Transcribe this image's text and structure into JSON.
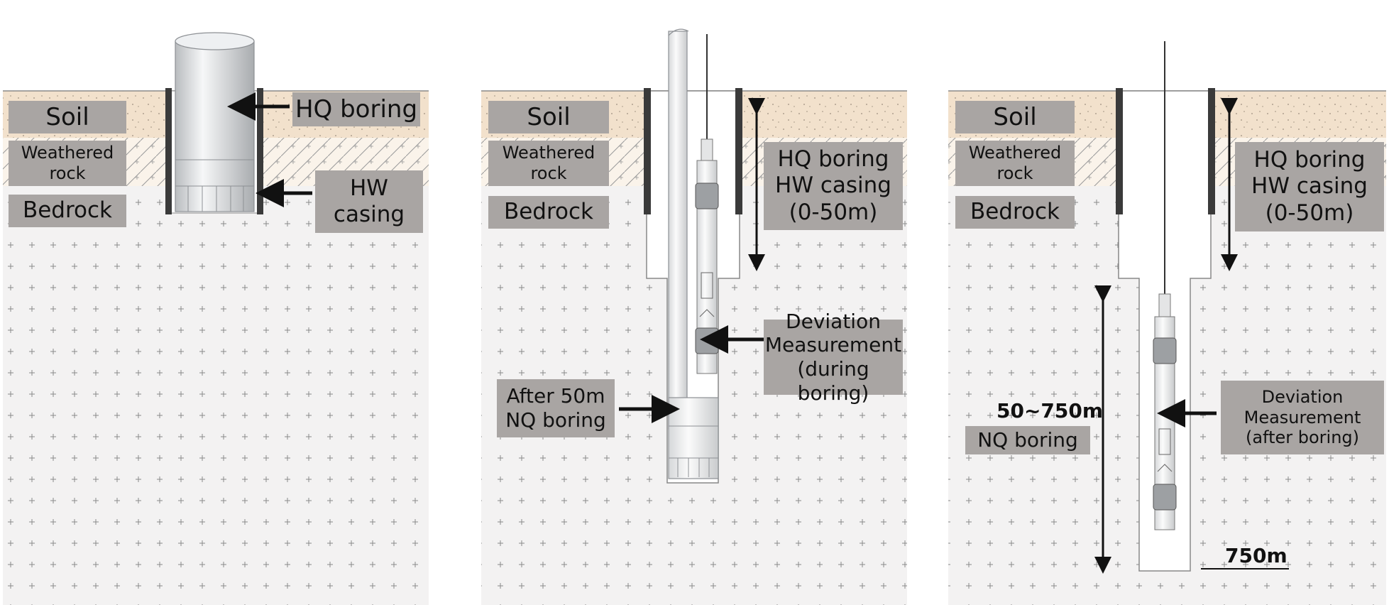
{
  "panel1": {
    "soil": "Soil",
    "weathered": "Weathered\nrock",
    "bedrock": "Bedrock",
    "hq": "HQ boring",
    "hw": "HW\ncasing"
  },
  "panel2": {
    "soil": "Soil",
    "weathered": "Weathered\nrock",
    "bedrock": "Bedrock",
    "hq": "HQ boring\nHW casing\n(0-50m)",
    "deviation": "Deviation\nMeasurement\n(during boring)",
    "after": "After 50m\nNQ boring"
  },
  "panel3": {
    "soil": "Soil",
    "weathered": "Weathered\nrock",
    "bedrock": "Bedrock",
    "hq": "HQ boring\nHW casing\n(0-50m)",
    "deviation": "Deviation\nMeasurement\n(after boring)",
    "depth": "50~750m",
    "nq": "NQ boring",
    "bottom": "750m"
  },
  "colors": {
    "soil": "#f2e1cc",
    "weathered": "#faf3ea",
    "bedrock": "#f3f2f2",
    "label_bg": "#a9a5a3",
    "casing": "#3a3a3a"
  }
}
